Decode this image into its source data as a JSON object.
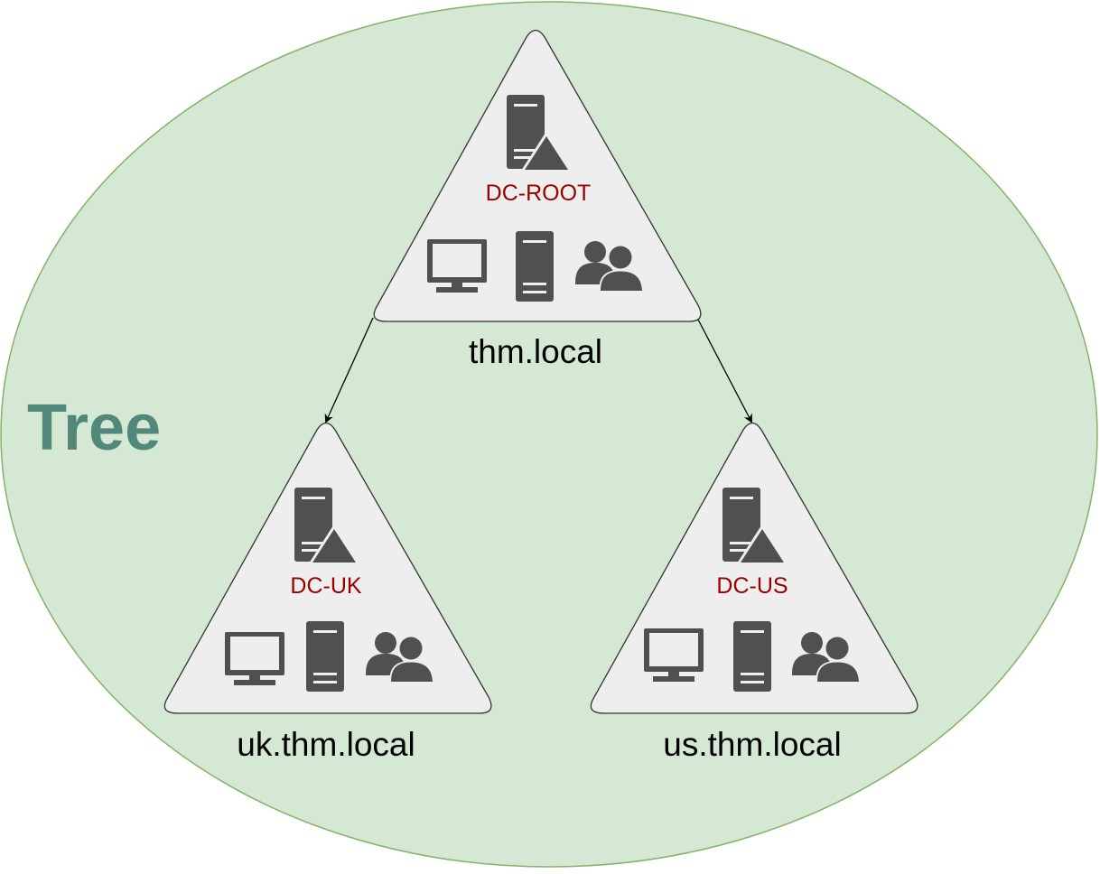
{
  "diagram": {
    "container": {
      "label": "Tree",
      "fill": "#d5e8d4",
      "stroke": "#82b366",
      "label_color": "#52877b"
    },
    "domain_style": {
      "triangle_fill": "#eeeeee",
      "triangle_stroke": "#333333",
      "icon_color": "#505050",
      "dc_label_color": "#990000",
      "edge_color": "#000000"
    },
    "domains": [
      {
        "id": "root",
        "name": "thm.local",
        "dc": "DC-ROOT",
        "icons": [
          "domain-controller-icon",
          "workstation-icon",
          "server-icon",
          "users-icon"
        ]
      },
      {
        "id": "uk",
        "name": "uk.thm.local",
        "dc": "DC-UK",
        "icons": [
          "domain-controller-icon",
          "workstation-icon",
          "server-icon",
          "users-icon"
        ]
      },
      {
        "id": "us",
        "name": "us.thm.local",
        "dc": "DC-US",
        "icons": [
          "domain-controller-icon",
          "workstation-icon",
          "server-icon",
          "users-icon"
        ]
      }
    ],
    "edges": [
      {
        "from": "thm.local",
        "to": "uk.thm.local",
        "type": "directed"
      },
      {
        "from": "thm.local",
        "to": "us.thm.local",
        "type": "directed"
      }
    ]
  }
}
